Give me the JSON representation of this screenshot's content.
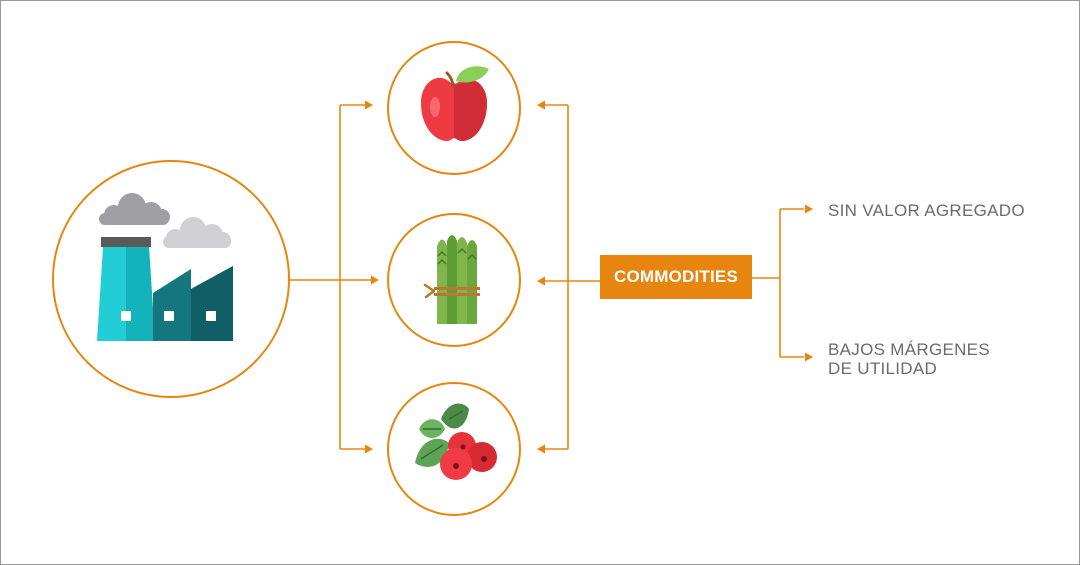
{
  "colors": {
    "accent": "#e8850f",
    "label_text": "#6b6b6b",
    "box_text": "#ffffff"
  },
  "center": {
    "label": "COMMODITIES"
  },
  "outcomes": [
    {
      "lines": [
        "SIN VALOR AGREGADO"
      ]
    },
    {
      "lines": [
        "BAJOS MÁRGENES",
        "DE UTILIDAD"
      ]
    }
  ],
  "icons": {
    "source": "factory-icon",
    "products": [
      "apple-icon",
      "asparagus-icon",
      "coffee-cherry-icon"
    ]
  }
}
